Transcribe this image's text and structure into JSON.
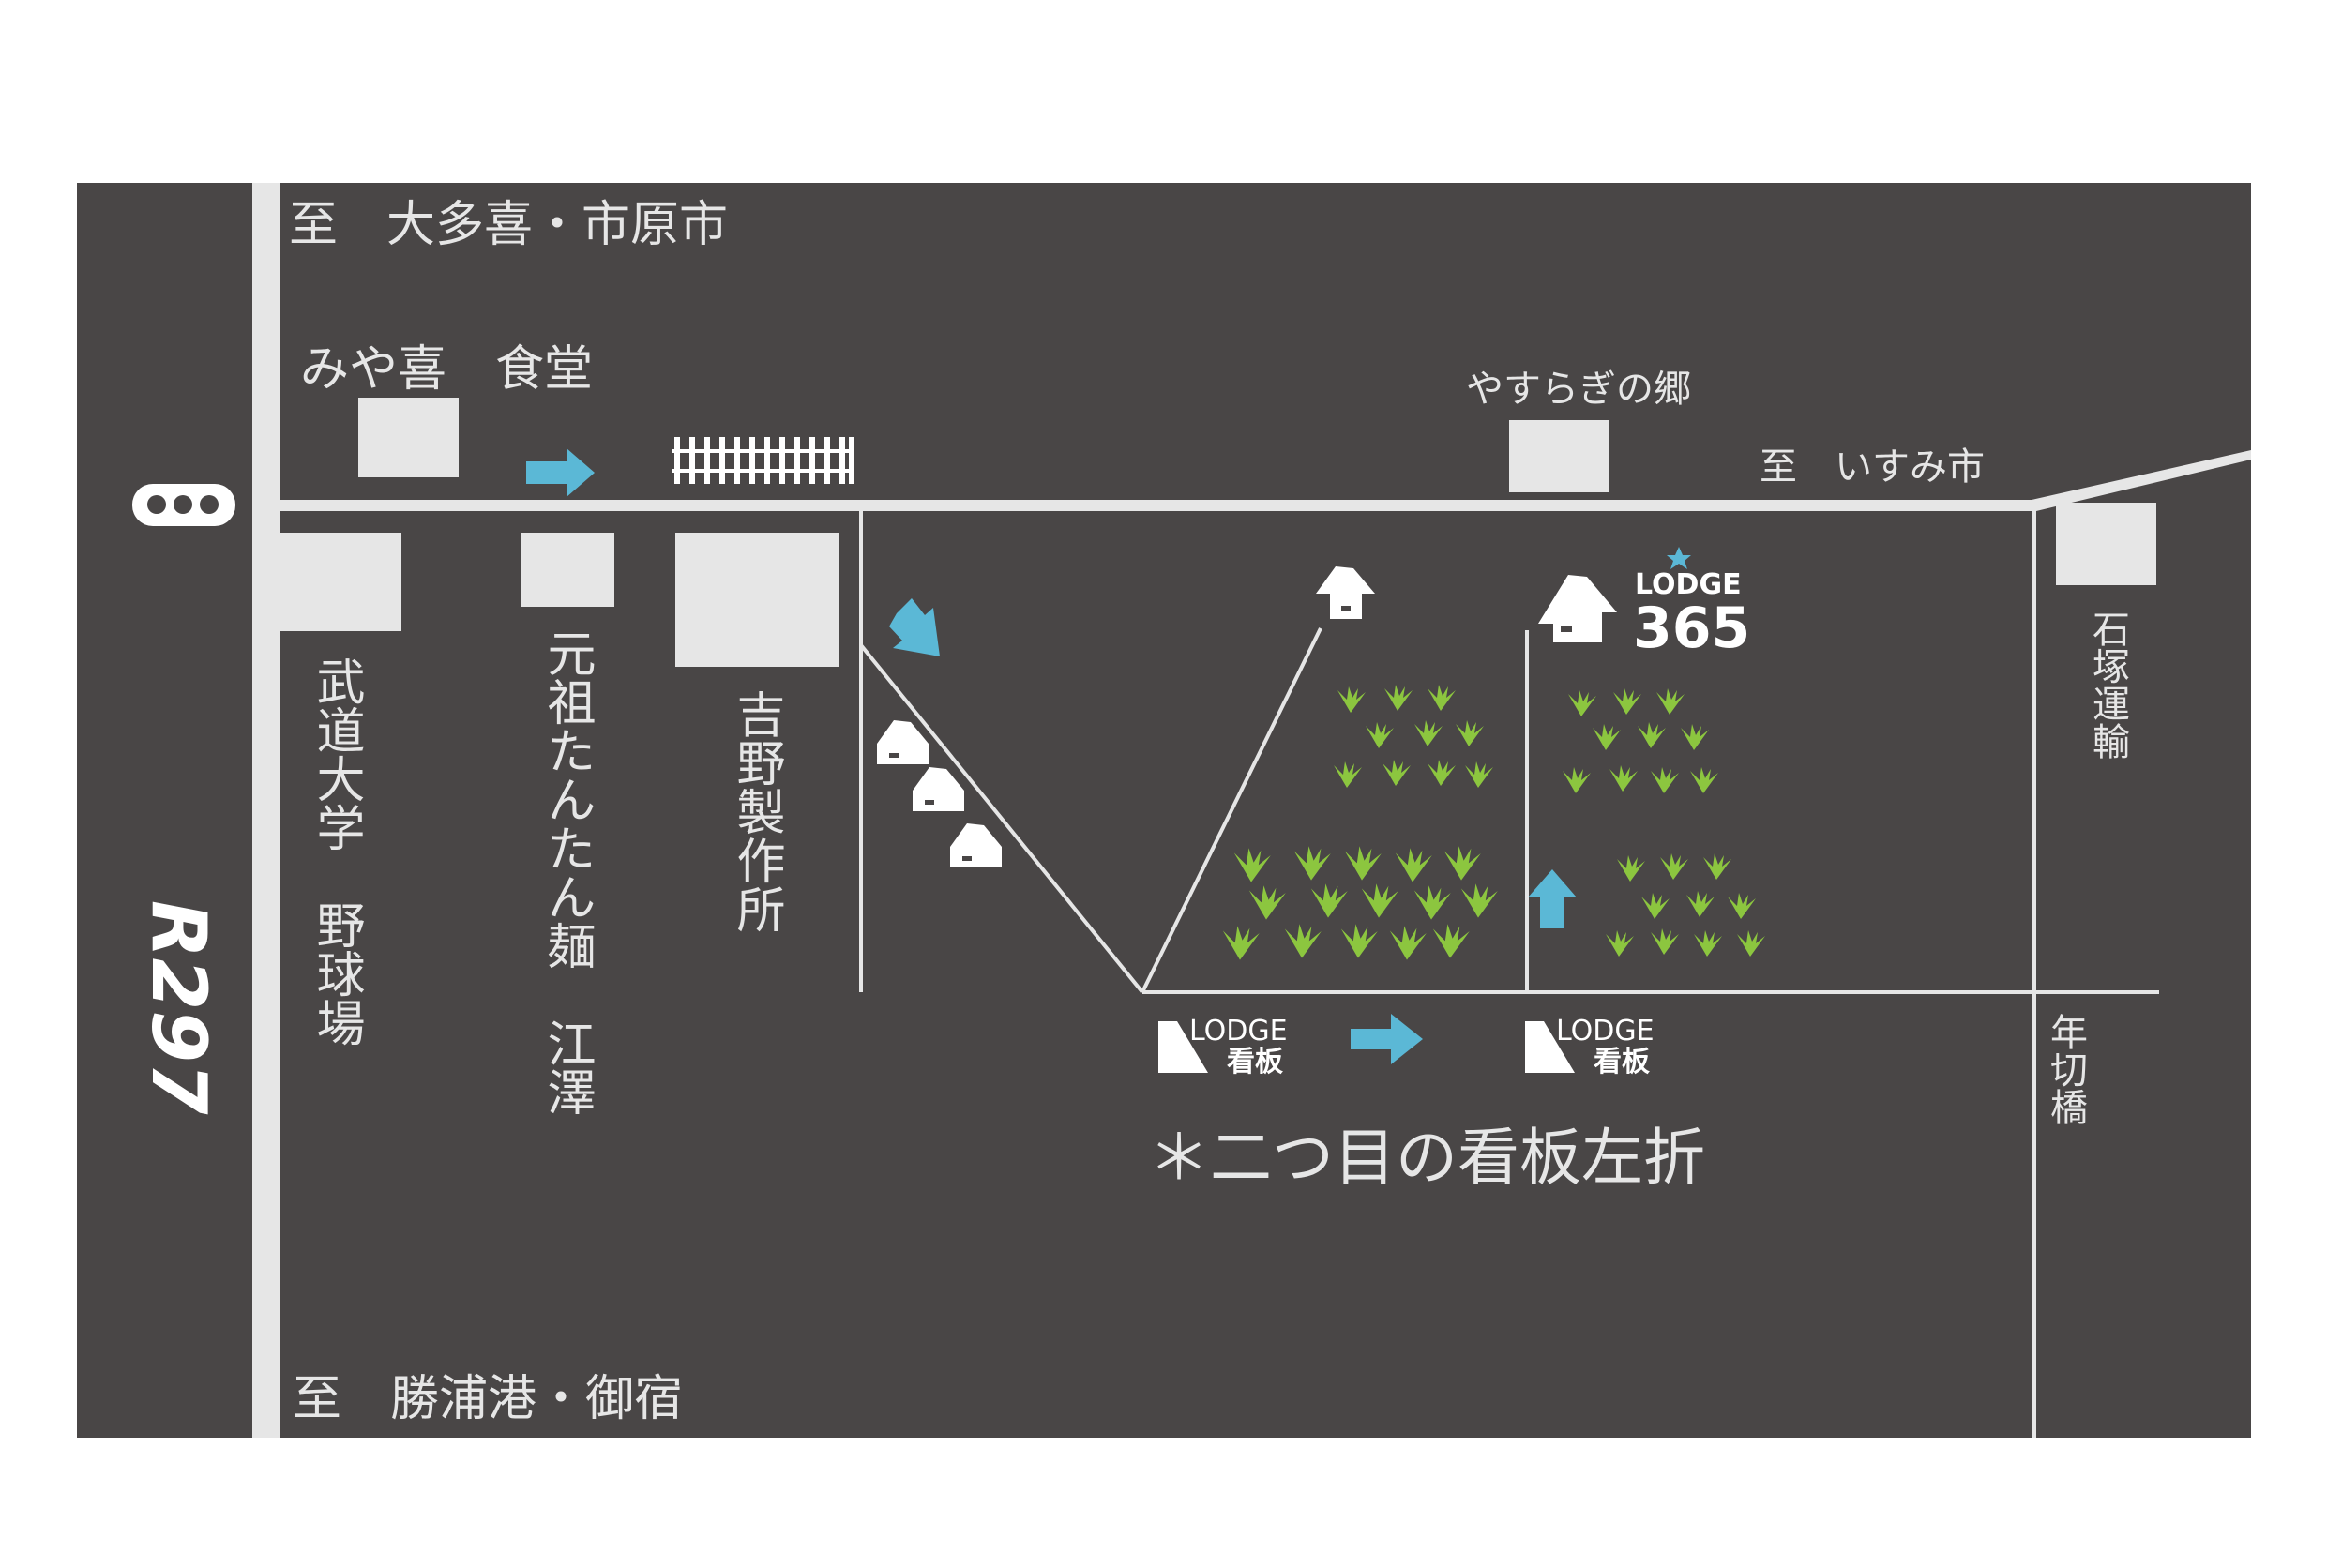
{
  "map": {
    "background_color": "#494646",
    "road_color": "#e6e6e6",
    "arrow_color": "#5bb8d6",
    "plant_color": "#8cc63f",
    "route_label": "R297",
    "labels": {
      "north_dest": "至　大多喜・市原市",
      "south_dest": "至　勝浦港・御宿",
      "east_dest": "至　いすみ市",
      "miyaki": "みや喜　食堂",
      "budo": "武道大学　野球場",
      "ganso": "元祖たんたん麺　江澤",
      "yoshino": "吉野製作所",
      "yasuragi": "やすらぎの郷",
      "ishizuka": "石塚運輸",
      "toshikiri": "年切橋",
      "lodge_word": "LODGE",
      "lodge_num": "365",
      "sign_lodge_1": "LODGE",
      "sign_kanban_1": "看板",
      "sign_lodge_2": "LODGE",
      "sign_kanban_2": "看板",
      "note": "＊二つ目の看板左折"
    },
    "icons": [
      "traffic-signal-icon",
      "fence-icon",
      "arrow-right-icon",
      "arrow-down-right-icon",
      "arrow-up-icon",
      "hut-icon",
      "star-icon",
      "signboard-icon",
      "rice-plant-icon"
    ]
  }
}
